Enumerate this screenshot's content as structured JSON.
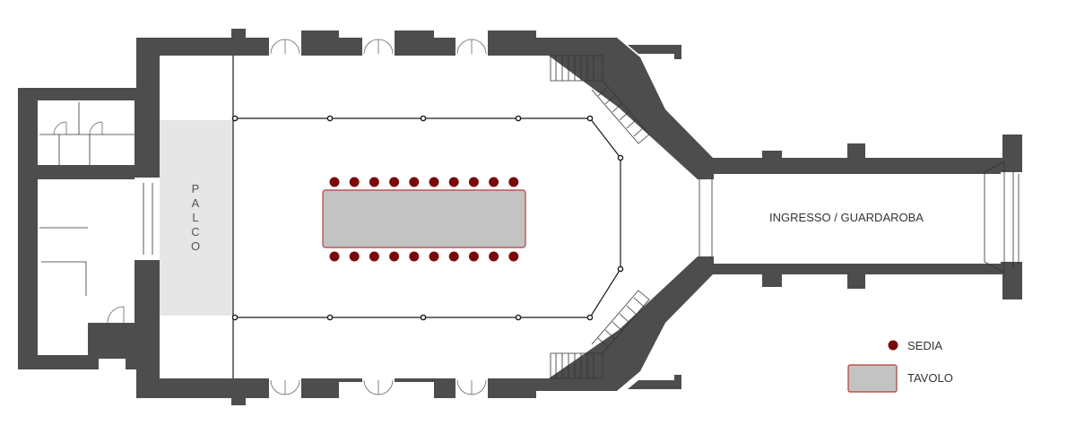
{
  "rooms": {
    "stage_label": "PALCO",
    "entrance_label": "INGRESSO / GUARDAROBA"
  },
  "legend": {
    "chair_label": "SEDIA",
    "table_label": "TAVOLO"
  },
  "layout": {
    "chairs_per_side": 10,
    "table_count": 1
  },
  "colors": {
    "wall": "#4d4d4d",
    "stage": "#e6e6e6",
    "table_fill": "#c3c3c3",
    "table_border": "#b23c3c",
    "chair": "#7a0a0a"
  }
}
